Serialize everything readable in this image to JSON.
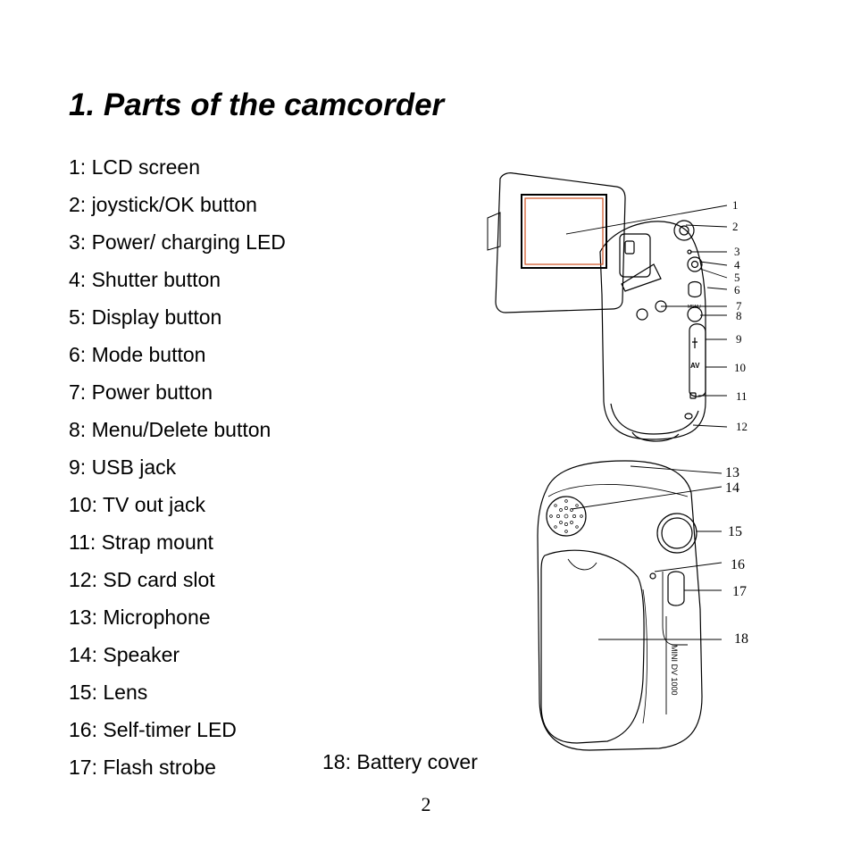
{
  "page": {
    "title": "1. Parts of the camcorder",
    "page_number": "2"
  },
  "parts": [
    "1: LCD screen",
    "2: joystick/OK button",
    "3: Power/ charging LED",
    "4: Shutter button",
    "5: Display button",
    "6: Mode button",
    "7: Power button",
    "8: Menu/Delete button",
    "9: USB jack",
    "10: TV out jack",
    "11: Strap mount",
    "12: SD card slot",
    "13: Microphone",
    "14: Speaker",
    "15: Lens",
    "16: Self-timer LED",
    "17: Flash strobe"
  ],
  "parts_extra": "18: Battery cover",
  "figure": {
    "callouts_rear": [
      "1",
      "2",
      "3",
      "4",
      "5",
      "6",
      "7",
      "8",
      "9",
      "10",
      "11",
      "12"
    ],
    "callouts_front": [
      "13",
      "14",
      "15",
      "16",
      "17",
      "18"
    ],
    "body_markings": {
      "menu_label": "MENU",
      "av_label": "AV",
      "model_label": "MINI DV 1000"
    }
  }
}
